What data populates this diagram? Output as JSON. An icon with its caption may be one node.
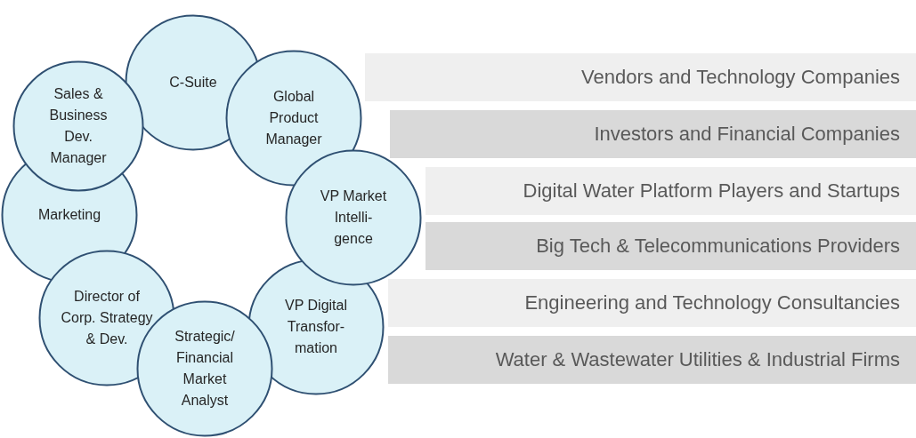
{
  "diagram": {
    "nodes": [
      {
        "text": [
          "C-Suite"
        ]
      },
      {
        "text": [
          "Sales & Business Dev. Manager"
        ]
      },
      {
        "text": [
          "Global Product Manager"
        ]
      },
      {
        "text": [
          "Marketing"
        ]
      },
      {
        "text": [
          "VP Market Intelli-gence"
        ]
      },
      {
        "text": [
          "Director of Corp. Strategy & Dev."
        ]
      },
      {
        "text": [
          "VP Digital Transfor-mation"
        ]
      },
      {
        "text": [
          "Strategic/ Financial Market Analyst"
        ]
      },
      {
        "text": [
          "Vendors and Technology Companies"
        ]
      },
      {
        "text": [
          "Investors and Financial Companies"
        ]
      },
      {
        "text": [
          "Digital Water Platform Players and Startups"
        ]
      },
      {
        "text": [
          "Big Tech & Telecommunications Providers"
        ]
      },
      {
        "text": [
          "Engineering and Technology Consultancies"
        ]
      },
      {
        "text": [
          "Water & Wastewater Utilities & Industrial Firms"
        ]
      }
    ]
  }
}
